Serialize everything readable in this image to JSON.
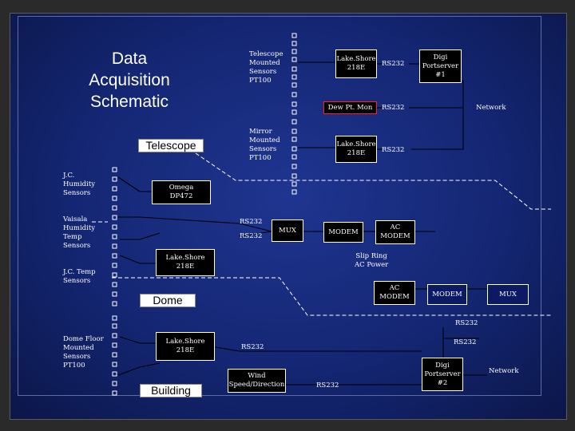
{
  "title": "Data\nAcquisition\nSchematic",
  "sections": {
    "telescope": "Telescope",
    "dome": "Dome",
    "building": "Building"
  },
  "sensors": {
    "telescope_mounted": "Telescope\nMounted\nSensors\nPT100",
    "mirror_mounted": "Mirror\nMounted\nSensors\nPT100",
    "jc_humidity": "J.C.\nHumidity\nSensors",
    "vaisala": "Vaisala\nHumidity\nTemp\nSensors",
    "jc_temp": "J.C. Temp\nSensors",
    "dome_floor": "Dome Floor\nMounted\nSensors\nPT100",
    "wind": "Wind\nSpeed/Direction"
  },
  "devices": {
    "lakeshore_1": "Lake.Shore\n218E",
    "dew_pt_mon": "Dew Pt. Mon",
    "lakeshore_2": "Lake.Shore\n218E",
    "digi_portserver_1": "Digi\nPortserver\n#1",
    "omega": "Omega\nDP472",
    "mux_1": "MUX",
    "modem_1": "MODEM",
    "ac_modem_1": "AC\nMODEM",
    "lakeshore_dome": "Lake.Shore\n218E",
    "ac_modem_2": "AC\nMODEM",
    "modem_2": "MODEM",
    "mux_2": "MUX",
    "lakeshore_building": "Lake.Shore\n218E",
    "digi_portserver_2": "Digi\nPortserver\n#2"
  },
  "links": {
    "rs232_1": "RS232",
    "rs232_2": "RS232",
    "rs232_3": "RS232",
    "network_1": "Network",
    "rs232_mux_a": "RS232",
    "rs232_mux_b": "RS232",
    "slip_ring": "Slip Ring\nAC Power",
    "rs232_4": "RS232",
    "rs232_5": "RS232",
    "rs232_6": "RS232",
    "rs232_7": "RS232",
    "network_2": "Network"
  },
  "colors": {
    "background": "#142673",
    "line": "#000000",
    "dashed": "#ffffff",
    "highlight": "#ff2020"
  }
}
